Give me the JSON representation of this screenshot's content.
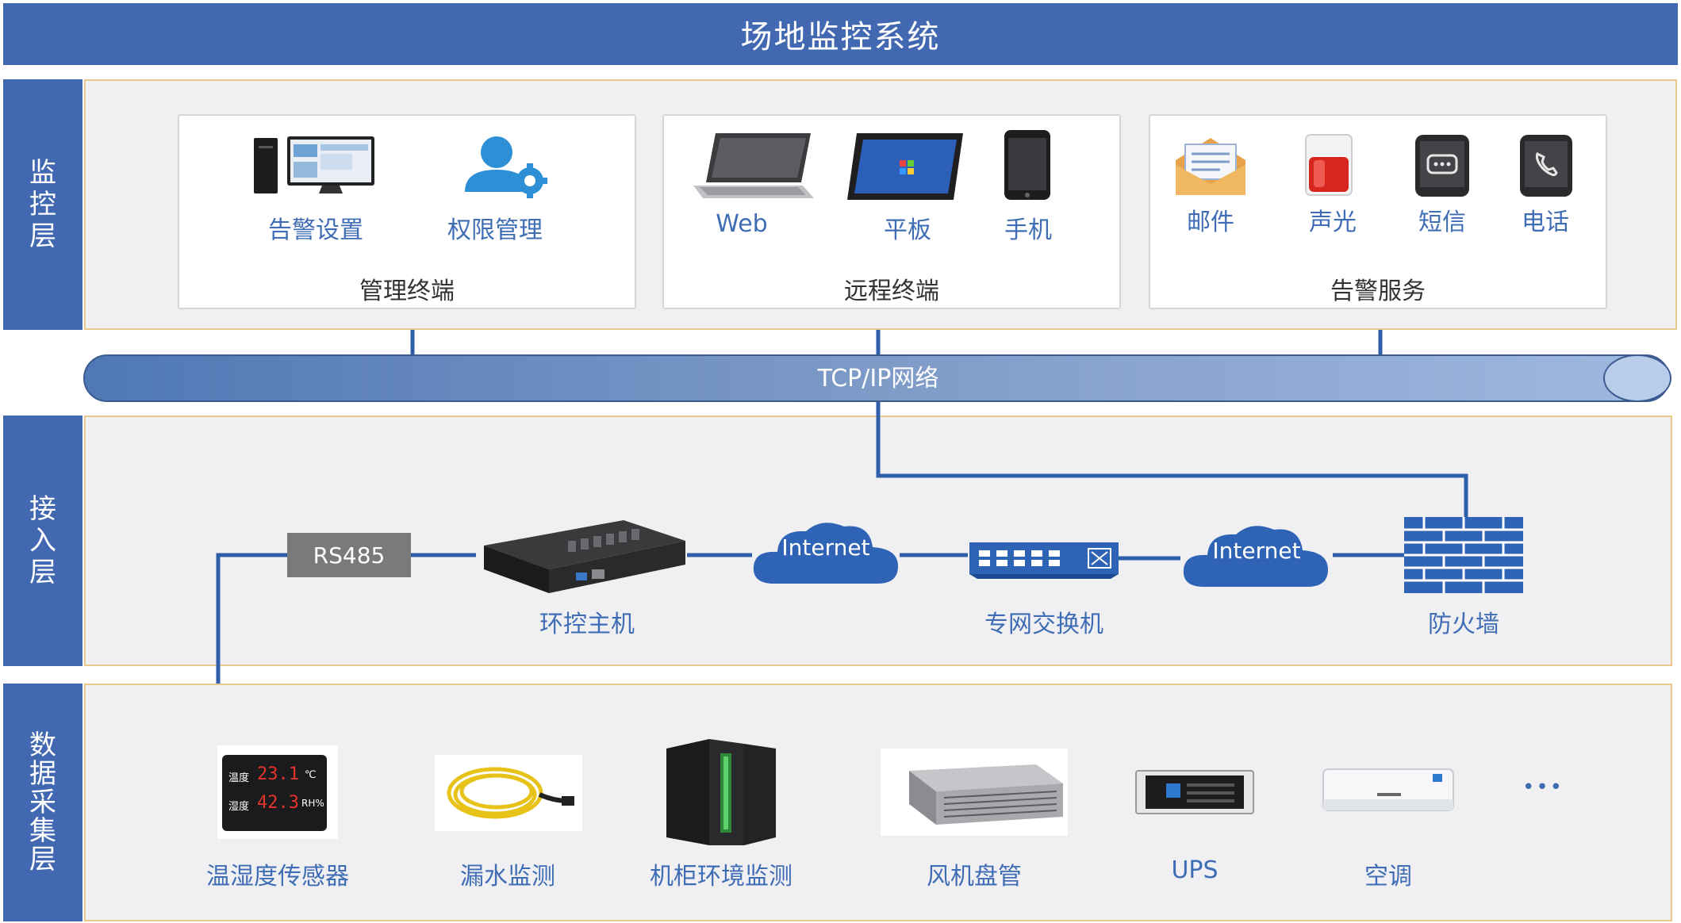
{
  "title": "场地监控系统",
  "layers": {
    "monitor": "监控层",
    "access": "接入层",
    "collect": "数据采集层"
  },
  "groups": [
    {
      "title": "管理终端",
      "items": [
        "告警设置",
        "权限管理"
      ]
    },
    {
      "title": "远程终端",
      "items": [
        "Web",
        "平板",
        "手机"
      ]
    },
    {
      "title": "告警服务",
      "items": [
        "邮件",
        "声光",
        "短信",
        "电话"
      ]
    }
  ],
  "network": {
    "label": "TCP/IP网络"
  },
  "access_nodes": {
    "rs485": "RS485",
    "host": "环控主机",
    "internet1": "Internet",
    "switch": "专网交换机",
    "internet2": "Internet",
    "firewall": "防火墙"
  },
  "sensor_readout": {
    "temp_label": "温度",
    "temp_value": "23.1",
    "temp_unit": "℃",
    "hum_label": "湿度",
    "hum_value": "42.3",
    "hum_unit": "RH%"
  },
  "collect_items": [
    "温湿度传感器",
    "漏水监测",
    "机柜环境监测",
    "风机盘管",
    "UPS",
    "空调"
  ],
  "more": "•••",
  "colors": {
    "primary": "#4268b2",
    "label_blue": "#3f6db5",
    "panel_bg": "#f0f0f2",
    "panel_border": "#e8c98a",
    "line": "#2f5faa"
  }
}
